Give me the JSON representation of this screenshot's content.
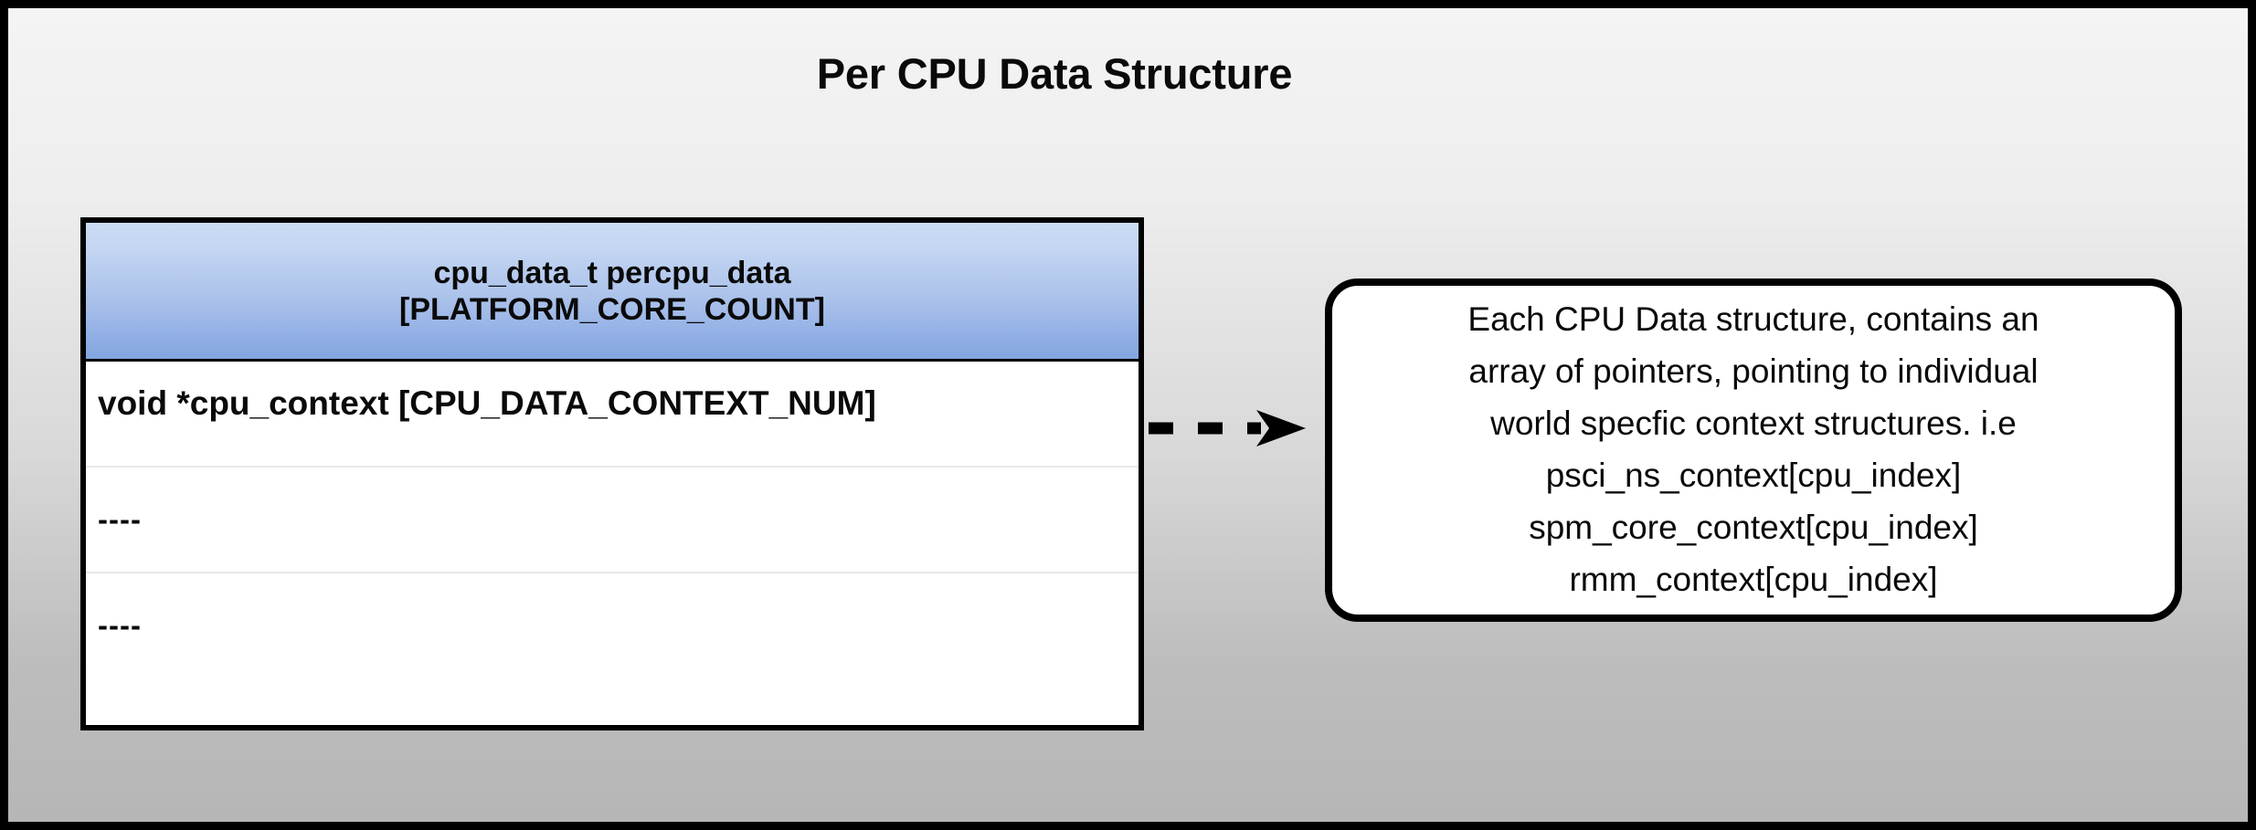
{
  "title": "Per CPU Data Structure",
  "struct_table": {
    "header_lines": [
      "cpu_data_t percpu_data",
      "[PLATFORM_CORE_COUNT]"
    ],
    "rows": [
      {
        "label": "void *cpu_context [CPU_DATA_CONTEXT_NUM]"
      },
      {
        "label": "----"
      },
      {
        "label": "----"
      }
    ]
  },
  "connector": {
    "style": "dashed-arrow",
    "direction": "right"
  },
  "callout": {
    "lines": [
      "Each CPU Data structure, contains an",
      "array of pointers, pointing to individual",
      "world specfic context structures. i.e",
      "psci_ns_context[cpu_index]",
      "spm_core_context[cpu_index]",
      "rmm_context[cpu_index]"
    ]
  },
  "colors": {
    "header_gradient_top": "#ccdcf5",
    "header_gradient_bottom": "#83a6e0",
    "border": "#000000",
    "background_top": "#f4f4f4",
    "background_bottom": "#b6b6b6",
    "text": "#0a0a0a"
  }
}
